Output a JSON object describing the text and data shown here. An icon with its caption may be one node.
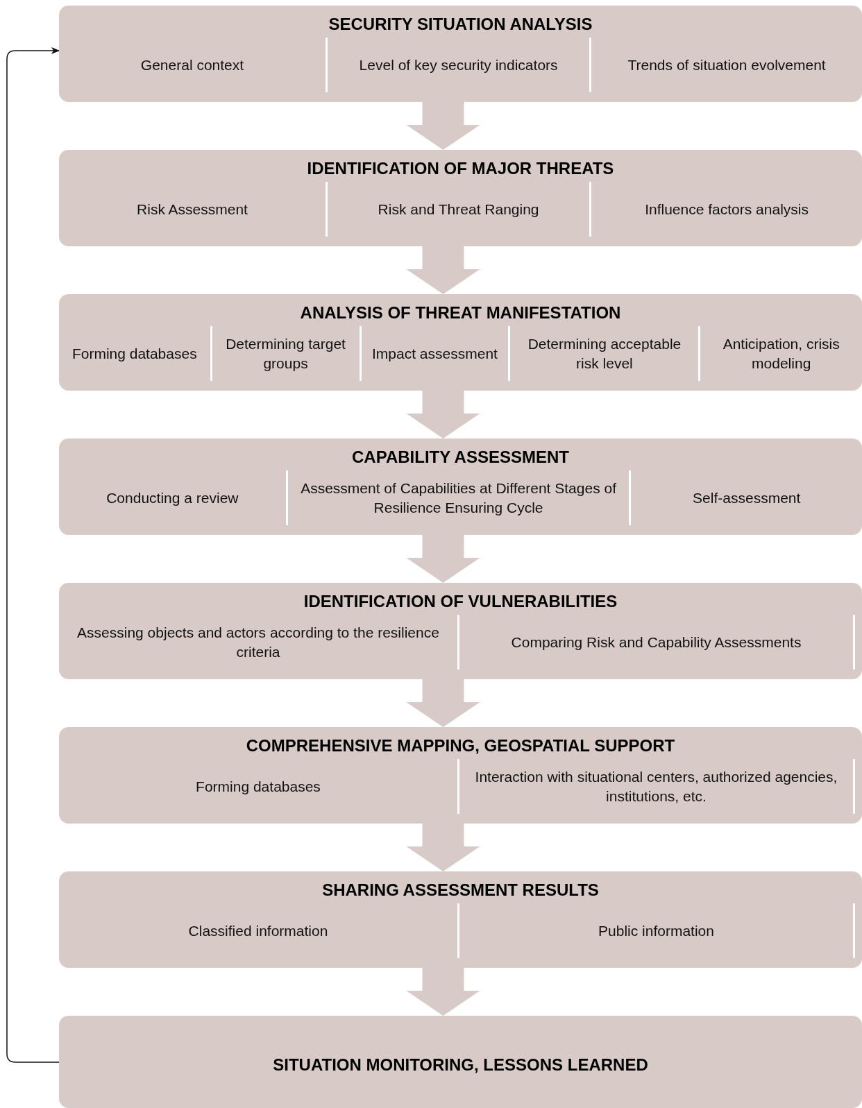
{
  "diagram": {
    "nodes": [
      {
        "text": [
          "SECURITY SITUATION ANALYSIS",
          "General context",
          "Level of key security indicators",
          "Trends of situation evolvement"
        ]
      },
      {
        "text": [
          "IDENTIFICATION OF MAJOR THREATS",
          "Risk Assessment",
          "Risk and Threat Ranging",
          "Influence factors analysis"
        ]
      },
      {
        "text": [
          "ANALYSIS OF THREAT MANIFESTATION",
          "Forming databases",
          "Determining target groups",
          "Impact assessment",
          "Determining acceptable risk level",
          "Anticipation, crisis modeling"
        ]
      },
      {
        "text": [
          "CAPABILITY ASSESSMENT",
          "Conducting a review",
          "Assessment of Capabilities at Different Stages of Resilience Ensuring Cycle",
          "Self-assessment"
        ]
      },
      {
        "text": [
          "IDENTIFICATION OF VULNERABILITIES",
          "Assessing objects and actors according to the resilience criteria",
          "Comparing Risk and Capability Assessments"
        ]
      },
      {
        "text": [
          "COMPREHENSIVE MAPPING, GEOSPATIAL SUPPORT",
          "Forming databases",
          "Interaction with situational centers, authorized agencies, institutions, etc."
        ]
      },
      {
        "text": [
          "SHARING ASSESSMENT RESULTS",
          "Classified information",
          "Public information"
        ]
      },
      {
        "text": [
          "SITUATION MONITORING, LESSONS LEARNED"
        ]
      }
    ],
    "edges": [
      {
        "from": 0,
        "to": 1,
        "arrow": "to"
      },
      {
        "from": 1,
        "to": 2,
        "arrow": "to"
      },
      {
        "from": 2,
        "to": 3,
        "arrow": "to"
      },
      {
        "from": 3,
        "to": 4,
        "arrow": "to"
      },
      {
        "from": 4,
        "to": 5,
        "arrow": "to"
      },
      {
        "from": 5,
        "to": 6,
        "arrow": "to"
      },
      {
        "from": 6,
        "to": 7,
        "arrow": "to"
      },
      {
        "from": 7,
        "to": 0,
        "arrow": "to"
      }
    ]
  }
}
